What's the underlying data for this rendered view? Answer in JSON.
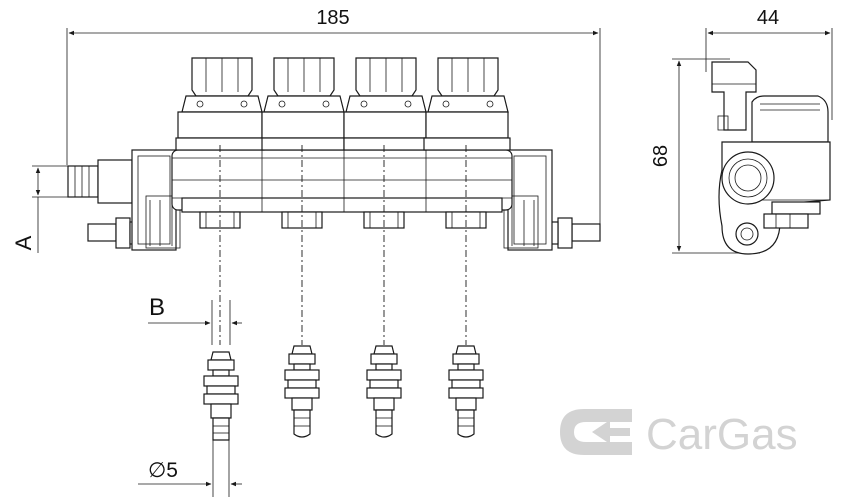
{
  "dimensions": {
    "length": "185",
    "width": "44",
    "height": "68",
    "label_a": "A",
    "label_b": "B",
    "diameter": "∅5"
  },
  "brand": {
    "name": "CarGas",
    "color": "#d3d3d3"
  },
  "icons": {
    "logo": "cargas-logo-icon"
  }
}
